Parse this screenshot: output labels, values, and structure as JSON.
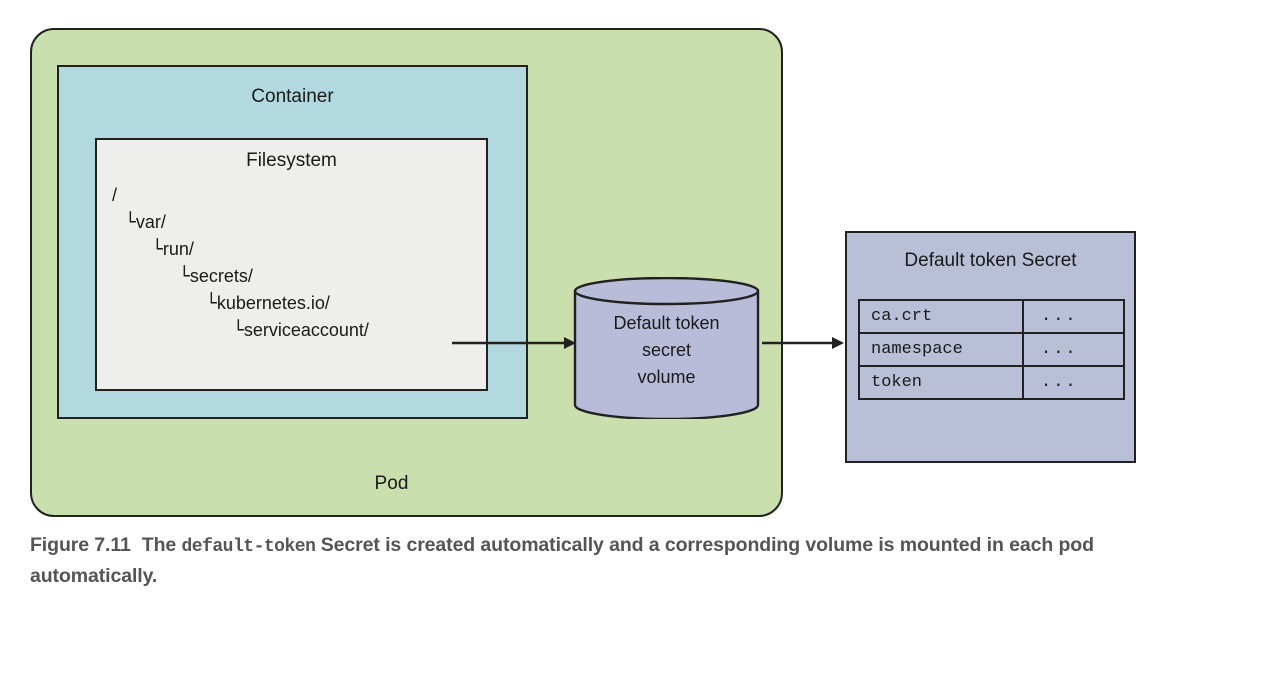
{
  "figure": {
    "number": "Figure 7.11",
    "caption_part1": "The ",
    "caption_mono": "default-token",
    "caption_part2": " Secret is created automatically and a corresponding volume is mounted in each pod automatically."
  },
  "pod": {
    "label": "Pod",
    "color": "#cadfae"
  },
  "container": {
    "label": "Container",
    "color": "#b3d9e0"
  },
  "filesystem": {
    "label": "Filesystem",
    "color": "#eeeeec",
    "tree": [
      {
        "indent": 0,
        "elbow": "",
        "name": "/"
      },
      {
        "indent": 1,
        "elbow": "└",
        "name": "var/"
      },
      {
        "indent": 2,
        "elbow": "└",
        "name": "run/"
      },
      {
        "indent": 3,
        "elbow": "└",
        "name": "secrets/"
      },
      {
        "indent": 4,
        "elbow": "└",
        "name": "kubernetes.io/"
      },
      {
        "indent": 5,
        "elbow": "└",
        "name": "serviceaccount/"
      }
    ]
  },
  "volume": {
    "line1": "Default token",
    "line2": "secret",
    "line3": "volume",
    "color": "#b8bcd9"
  },
  "secret": {
    "title": "Default token Secret",
    "color": "#b9bfd6",
    "rows": [
      {
        "key": "ca.crt",
        "value": "..."
      },
      {
        "key": "namespace",
        "value": "..."
      },
      {
        "key": "token",
        "value": "..."
      }
    ]
  },
  "arrows": {
    "filesystem_to_volume": "arrow-right",
    "volume_to_secret": "arrow-right"
  }
}
